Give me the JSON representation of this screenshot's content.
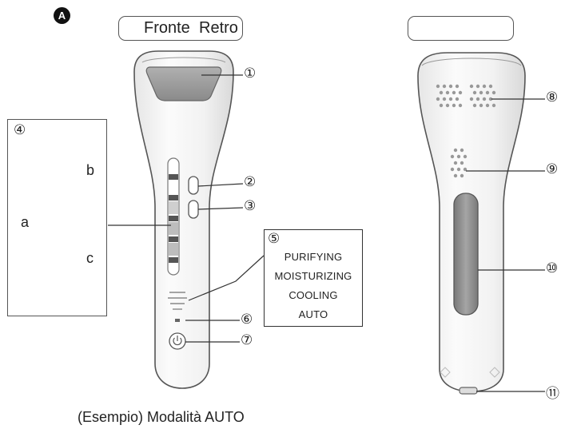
{
  "panel_marker": "A",
  "front_label": "Fronte",
  "back_label": "Retro",
  "right_header_label": "",
  "caption": "(Esempio) Modalità AUTO",
  "callouts": {
    "c1": "①",
    "c2": "②",
    "c3": "③",
    "c4": "④",
    "c5": "⑤",
    "c6": "⑥",
    "c7": "⑦",
    "c8": "⑧",
    "c9": "⑨",
    "c10": "⑩",
    "c11": "⑪"
  },
  "indicator_letters": {
    "a": "a",
    "b": "b",
    "c": "c"
  },
  "modes": [
    "PURIFYING",
    "MOISTURIZING",
    "COOLING",
    "AUTO"
  ],
  "power_icon": "power-icon",
  "colors": {
    "line": "#333333",
    "device_fill": "#f4f4f4",
    "head_plate": "#9a9a9a",
    "back_window": "#8e8e8e"
  }
}
